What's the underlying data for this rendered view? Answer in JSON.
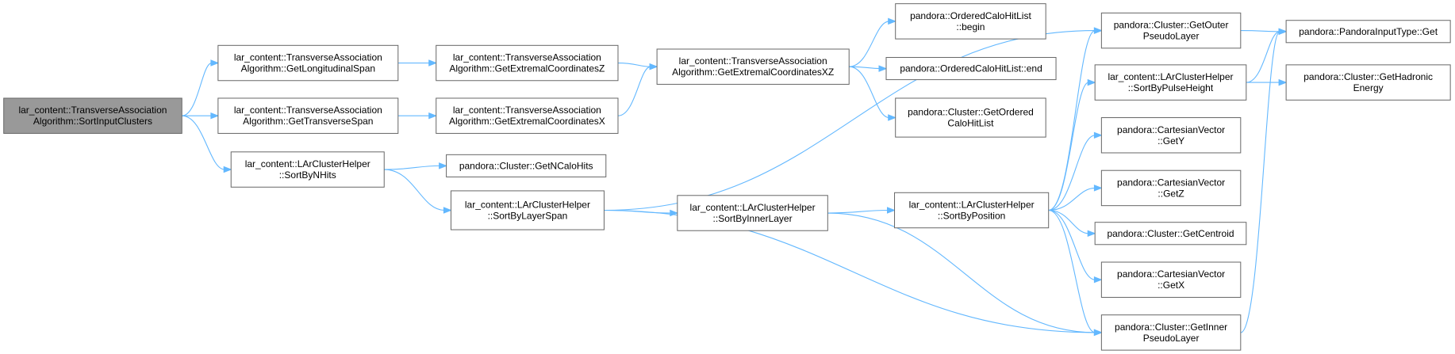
{
  "colors": {
    "edge": "#63b8ff",
    "root_fill": "#999999",
    "node_border": "#666666"
  },
  "nodes": [
    {
      "id": "n0",
      "lines": [
        "lar_content::TransverseAssociation",
        "Algorithm::SortInputClusters"
      ],
      "root": true
    },
    {
      "id": "n1",
      "lines": [
        "lar_content::TransverseAssociation",
        "Algorithm::GetLongitudinalSpan"
      ]
    },
    {
      "id": "n2",
      "lines": [
        "lar_content::TransverseAssociation",
        "Algorithm::GetTransverseSpan"
      ]
    },
    {
      "id": "n3",
      "lines": [
        "lar_content::LArClusterHelper",
        "::SortByNHits"
      ]
    },
    {
      "id": "n4",
      "lines": [
        "lar_content::TransverseAssociation",
        "Algorithm::GetExtremalCoordinatesZ"
      ]
    },
    {
      "id": "n5",
      "lines": [
        "lar_content::TransverseAssociation",
        "Algorithm::GetExtremalCoordinatesX"
      ]
    },
    {
      "id": "n6",
      "lines": [
        "pandora::Cluster::GetNCaloHits"
      ]
    },
    {
      "id": "n7",
      "lines": [
        "lar_content::LArClusterHelper",
        "::SortByLayerSpan"
      ]
    },
    {
      "id": "n8",
      "lines": [
        "lar_content::TransverseAssociation",
        "Algorithm::GetExtremalCoordinatesXZ"
      ]
    },
    {
      "id": "n9",
      "lines": [
        "lar_content::LArClusterHelper",
        "::SortByInnerLayer"
      ]
    },
    {
      "id": "n10",
      "lines": [
        "pandora::OrderedCaloHitList",
        "::begin"
      ]
    },
    {
      "id": "n11",
      "lines": [
        "pandora::OrderedCaloHitList::end"
      ]
    },
    {
      "id": "n12",
      "lines": [
        "pandora::Cluster::GetOrdered",
        "CaloHitList"
      ]
    },
    {
      "id": "n13",
      "lines": [
        "lar_content::LArClusterHelper",
        "::SortByPosition"
      ]
    },
    {
      "id": "n14",
      "lines": [
        "pandora::Cluster::GetOuter",
        "PseudoLayer"
      ]
    },
    {
      "id": "n15",
      "lines": [
        "lar_content::LArClusterHelper",
        "::SortByPulseHeight"
      ]
    },
    {
      "id": "n16",
      "lines": [
        "pandora::CartesianVector",
        "::GetY"
      ]
    },
    {
      "id": "n17",
      "lines": [
        "pandora::CartesianVector",
        "::GetZ"
      ]
    },
    {
      "id": "n18",
      "lines": [
        "pandora::Cluster::GetCentroid"
      ]
    },
    {
      "id": "n19",
      "lines": [
        "pandora::CartesianVector",
        "::GetX"
      ]
    },
    {
      "id": "n20",
      "lines": [
        "pandora::Cluster::GetInner",
        "PseudoLayer"
      ]
    },
    {
      "id": "n21",
      "lines": [
        "pandora::PandoraInputType::Get"
      ]
    },
    {
      "id": "n22",
      "lines": [
        "pandora::Cluster::GetHadronic",
        "Energy"
      ]
    }
  ],
  "edges": [
    [
      "n0",
      "n1"
    ],
    [
      "n0",
      "n2"
    ],
    [
      "n0",
      "n3"
    ],
    [
      "n1",
      "n4"
    ],
    [
      "n2",
      "n5"
    ],
    [
      "n4",
      "n8"
    ],
    [
      "n5",
      "n8"
    ],
    [
      "n8",
      "n10"
    ],
    [
      "n8",
      "n11"
    ],
    [
      "n8",
      "n12"
    ],
    [
      "n3",
      "n6"
    ],
    [
      "n3",
      "n7"
    ],
    [
      "n7",
      "n9"
    ],
    [
      "n7",
      "n14"
    ],
    [
      "n7",
      "n20"
    ],
    [
      "n9",
      "n13"
    ],
    [
      "n9",
      "n20"
    ],
    [
      "n13",
      "n14"
    ],
    [
      "n13",
      "n15"
    ],
    [
      "n13",
      "n16"
    ],
    [
      "n13",
      "n17"
    ],
    [
      "n13",
      "n18"
    ],
    [
      "n13",
      "n19"
    ],
    [
      "n13",
      "n20"
    ],
    [
      "n15",
      "n21"
    ],
    [
      "n15",
      "n22"
    ],
    [
      "n14",
      "n21"
    ],
    [
      "n20",
      "n21"
    ]
  ]
}
